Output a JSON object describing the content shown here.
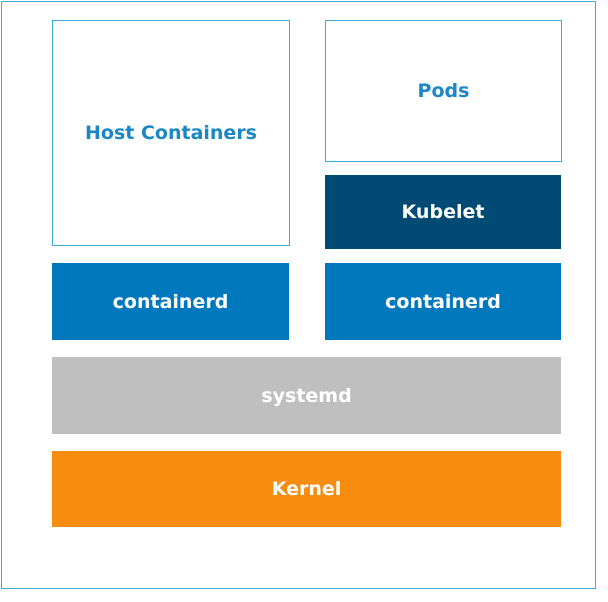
{
  "colors": {
    "frame_border": "#3aa9dd",
    "outline_text": "#1b87c4",
    "kubelet": "#004a73",
    "containerd": "#0078be",
    "systemd": "#bfbfbf",
    "kernel": "#f68d11"
  },
  "diagram": {
    "host_containers": "Host Containers",
    "pods": "Pods",
    "kubelet": "Kubelet",
    "containerd_left": "containerd",
    "containerd_right": "containerd",
    "systemd": "systemd",
    "kernel": "Kernel"
  }
}
